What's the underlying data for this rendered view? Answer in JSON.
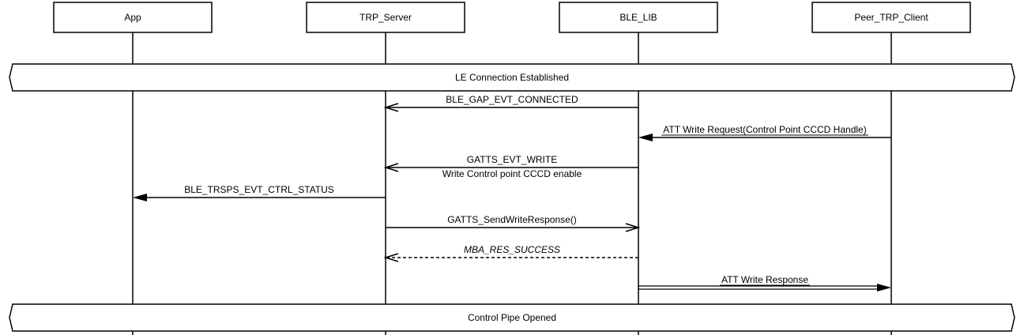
{
  "participants": [
    "App",
    "TRP_Server",
    "BLE_LIB",
    "Peer_TRP_Client"
  ],
  "banners": {
    "top": "LE Connection Established",
    "bottom": "Control Pipe Opened"
  },
  "messages": [
    {
      "from": 2,
      "to": 1,
      "label": "BLE_GAP_EVT_CONNECTED",
      "style": "open-solid"
    },
    {
      "from": 3,
      "to": 2,
      "label": "ATT Write Request(Control Point CCCD Handle)",
      "style": "filled",
      "underline": true
    },
    {
      "from": 2,
      "to": 1,
      "label": "GATTS_EVT_WRITE",
      "sublabel": "Write Control point CCCD enable",
      "style": "open-solid"
    },
    {
      "from": 1,
      "to": 0,
      "label": "BLE_TRSPS_EVT_CTRL_STATUS",
      "style": "filled"
    },
    {
      "from": 1,
      "to": 2,
      "label": "GATTS_SendWriteResponse()",
      "style": "open-solid"
    },
    {
      "from": 2,
      "to": 1,
      "label": "MBA_RES_SUCCESS",
      "style": "dashed",
      "italic": true
    },
    {
      "from": 2,
      "to": 3,
      "label": "ATT Write Response",
      "style": "double",
      "underline": true
    }
  ]
}
